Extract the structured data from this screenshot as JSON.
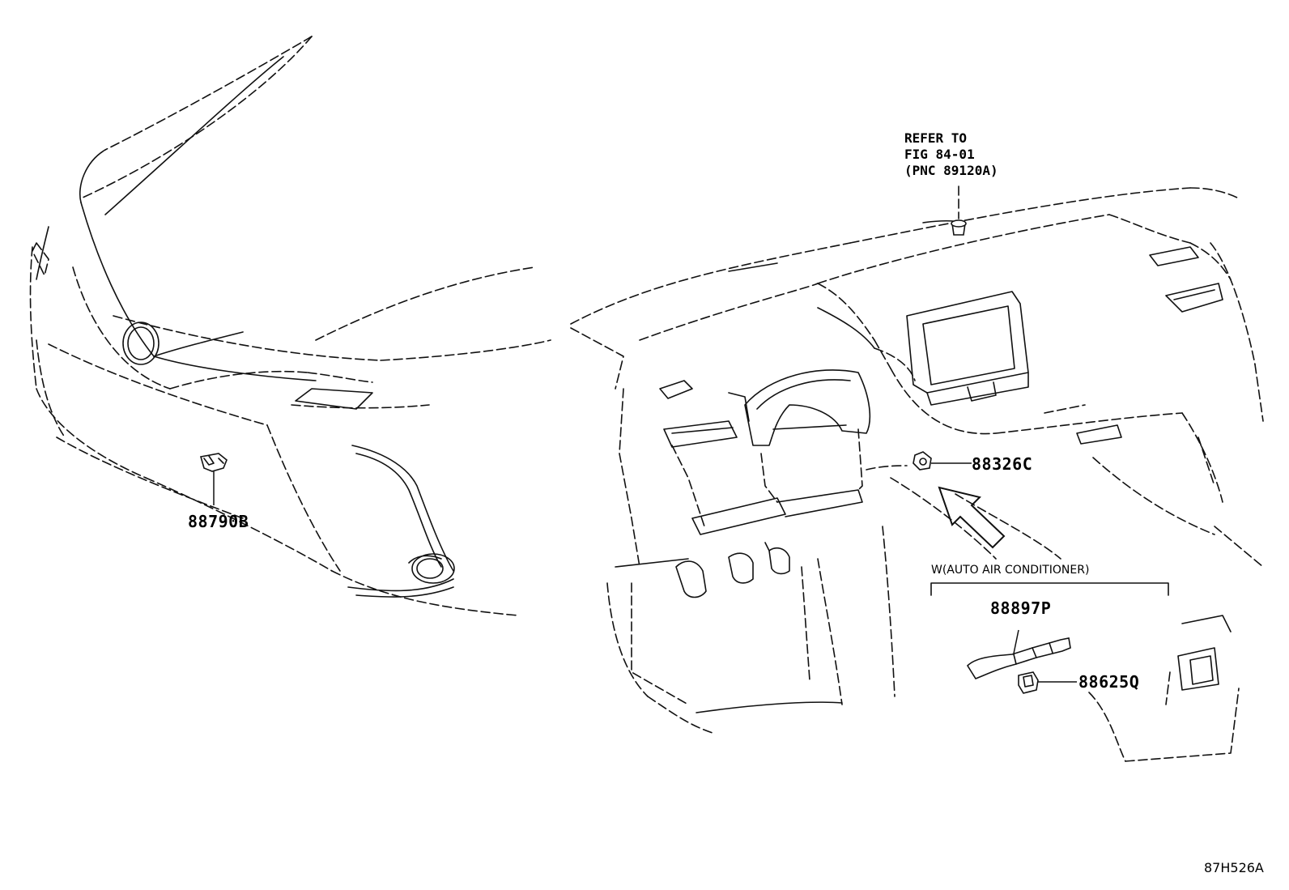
{
  "diagram": {
    "parts": {
      "p88790B": "88790B",
      "p88326C": "88326C",
      "p88897P": "88897P",
      "p88625Q": "88625Q"
    },
    "refer_note": {
      "line1": "REFER TO",
      "line2": "FIG 84-01",
      "line3": "(PNC 89120A)"
    },
    "condition_label": "W(AUTO AIR CONDITIONER)",
    "figure_code": "87H526A"
  }
}
